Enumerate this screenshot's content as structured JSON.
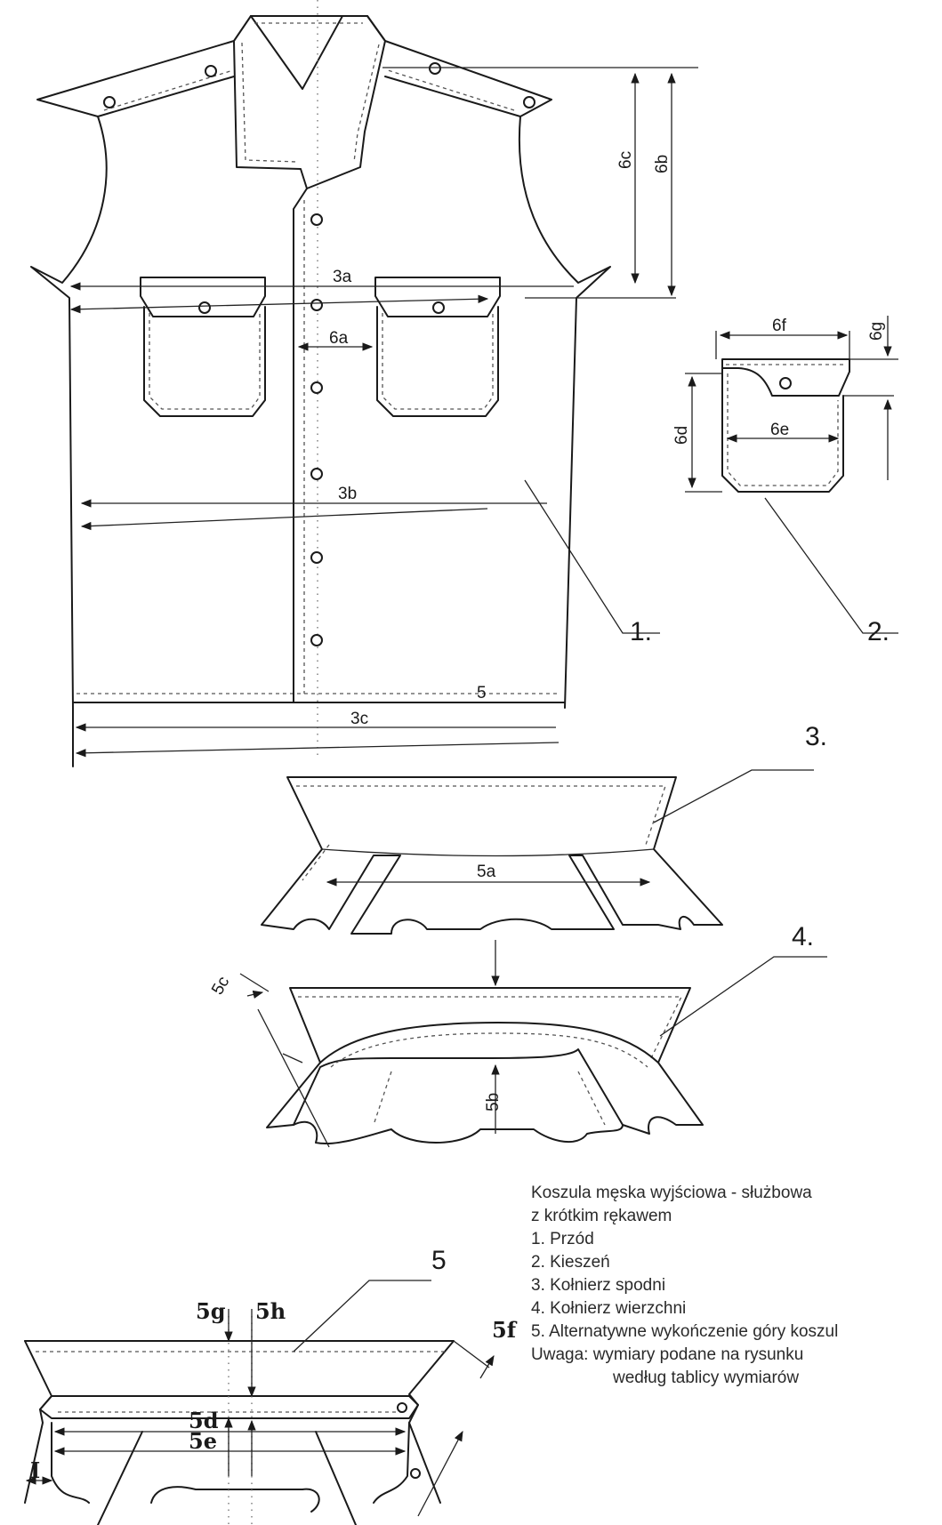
{
  "measurements": {
    "m3a": "3a",
    "m3b": "3b",
    "m3c": "3c",
    "m5": "5",
    "m5a": "5a",
    "m5b": "5b",
    "m5c": "5c",
    "m5d": "5d",
    "m5e": "5e",
    "m5f": "5f",
    "m5g": "5g",
    "m5h": "5h",
    "m6a": "6a",
    "m6b": "6b",
    "m6c": "6c",
    "m6d": "6d",
    "m6e": "6e",
    "m6f": "6f",
    "m6g": "6g",
    "i": "I"
  },
  "callouts": {
    "c1": "1.",
    "c2": "2.",
    "c3": "3.",
    "c4": "4.",
    "c5": "5"
  },
  "legend": {
    "title_line1": "Koszula męska wyjściowa - służbowa",
    "title_line2": "z krótkim rękawem",
    "items": [
      "1. Przód",
      "2. Kieszeń",
      "3. Kołnierz spodni",
      "4. Kołnierz wierzchni",
      "5. Alternatywne wykończenie góry koszul"
    ],
    "note_line1": "Uwaga: wymiary podane na rysunku",
    "note_line2": "według tablicy wymiarów"
  },
  "icons": [
    "button-icon",
    "arrow-icon"
  ],
  "colors": {
    "ink": "#1a1a1a",
    "paper": "#ffffff"
  }
}
